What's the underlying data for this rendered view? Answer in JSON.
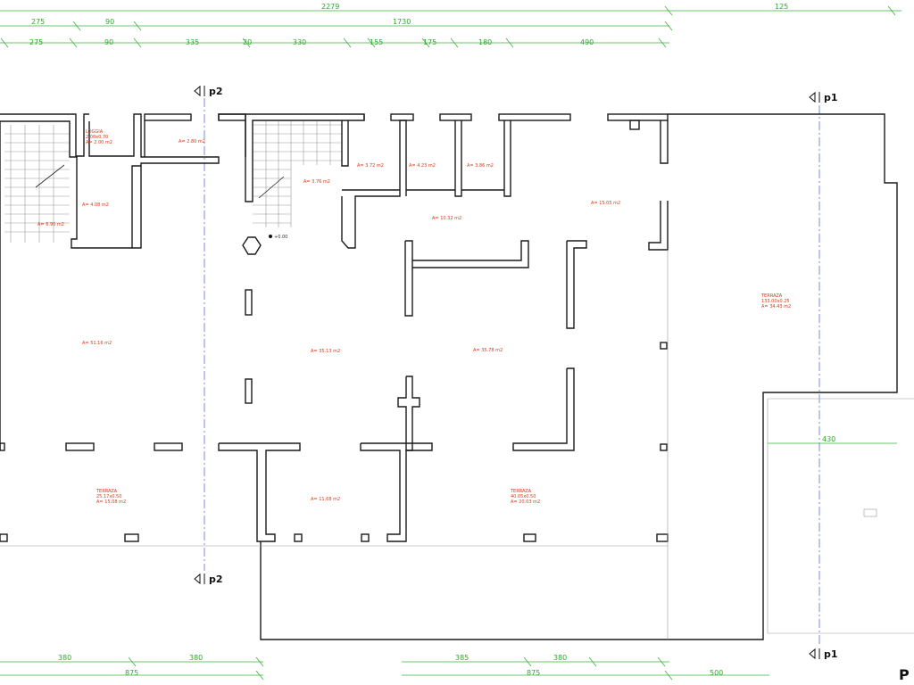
{
  "dimensions": {
    "top_row1": [
      "275",
      "90",
      "1730",
      "125"
    ],
    "top_row2": [
      "275",
      "90",
      "335",
      "20",
      "330",
      "155",
      "175",
      "180",
      "490"
    ],
    "top_overall": "2279",
    "bottom_row1": [
      "380",
      "380",
      "385",
      "380",
      "500"
    ],
    "bottom_row2": [
      "875",
      "875"
    ],
    "right_mid": "430"
  },
  "section_markers": {
    "p2_top": "p2",
    "p2_bottom": "p2",
    "p1_top": "p1",
    "p1_bottom": "p1",
    "sheet_letter": "P"
  },
  "rooms": [
    {
      "id": "loggia",
      "lines": [
        "LOGGIA",
        "2.00x0.70",
        "A= 2.00 m2"
      ]
    },
    {
      "id": "r1",
      "lines": [
        "A= 2.80 m2"
      ]
    },
    {
      "id": "r2",
      "lines": [
        "A= 4.08 m2"
      ]
    },
    {
      "id": "r3",
      "lines": [
        "A= 6.90 m2"
      ]
    },
    {
      "id": "r4",
      "lines": [
        "A= 3.76 m2"
      ]
    },
    {
      "id": "r5",
      "lines": [
        "A= 3.72 m2"
      ]
    },
    {
      "id": "r6",
      "lines": [
        "A= 4.23 m2"
      ]
    },
    {
      "id": "r7",
      "lines": [
        "A= 3.86 m2"
      ]
    },
    {
      "id": "r8",
      "lines": [
        "A= 10.32 m2"
      ]
    },
    {
      "id": "r9",
      "lines": [
        "A= 15.05 m2"
      ]
    },
    {
      "id": "r10",
      "lines": [
        "A= 51.16 m2"
      ]
    },
    {
      "id": "r11",
      "lines": [
        "A= 35.13 m2"
      ]
    },
    {
      "id": "r12",
      "lines": [
        "A= 35.78 m2"
      ]
    },
    {
      "id": "terrace_left",
      "lines": [
        "TERRAZA",
        "25.17x0.50",
        "A= 15.08 m2"
      ]
    },
    {
      "id": "r13",
      "lines": [
        "A= 11.68 m2"
      ]
    },
    {
      "id": "terrace_mid",
      "lines": [
        "TERRAZA",
        "40.05x0.50",
        "A= 20.03 m2"
      ]
    },
    {
      "id": "terrace_right",
      "lines": [
        "TERRAZA",
        "133.00x0.25",
        "A= 34.43 m2"
      ]
    }
  ],
  "level_mark": "+0.00"
}
